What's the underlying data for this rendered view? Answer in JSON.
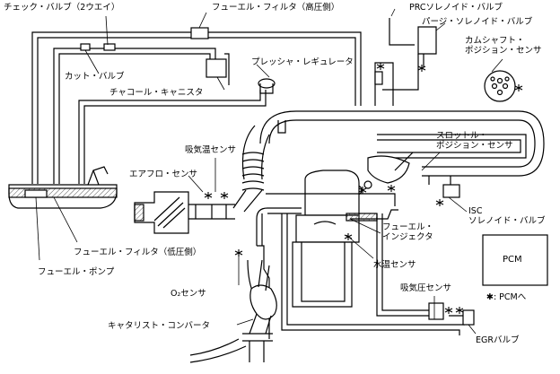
{
  "labels": {
    "check_valve": "チェック・バルブ（2ウエイ）",
    "fuel_filter_high": "フューエル・フィルタ（高圧側）",
    "prc_solenoid": "PRCソレノイド・バルブ",
    "purge_solenoid": "パージ・ソレノイド・バルブ",
    "cam_sensor": "カムシャフト・\nポジション・センサ",
    "cut_valve": "カット・バルブ",
    "pressure_regulator": "プレッシャ・レギュレータ",
    "charcoal_canister": "チャコール・キャニスタ",
    "intake_temp_sensor": "吸気温センサ",
    "throttle_sensor": "スロットル・\nポジション・センサ",
    "airflow_sensor": "エアフロ・センサ",
    "isc_valve": "ISC\nソレノイド・バルブ",
    "fuel_injector": "フューエル・\nインジェクタ",
    "fuel_filter_low": "フューエル・フィルタ（低圧側）",
    "water_temp_sensor": "水温センサ",
    "fuel_pump": "フューエル・ポンプ",
    "o2_sensor": "O₂センサ",
    "intake_pressure_sensor": "吸気圧センサ",
    "catalyst": "キャタリスト・コンバータ",
    "pcm": "PCM",
    "pcm_note": "✱: PCMへ",
    "egr_valve": "EGRバルブ"
  },
  "colors": {
    "line": "#000000",
    "background": "#ffffff",
    "hatch": "#555555"
  }
}
